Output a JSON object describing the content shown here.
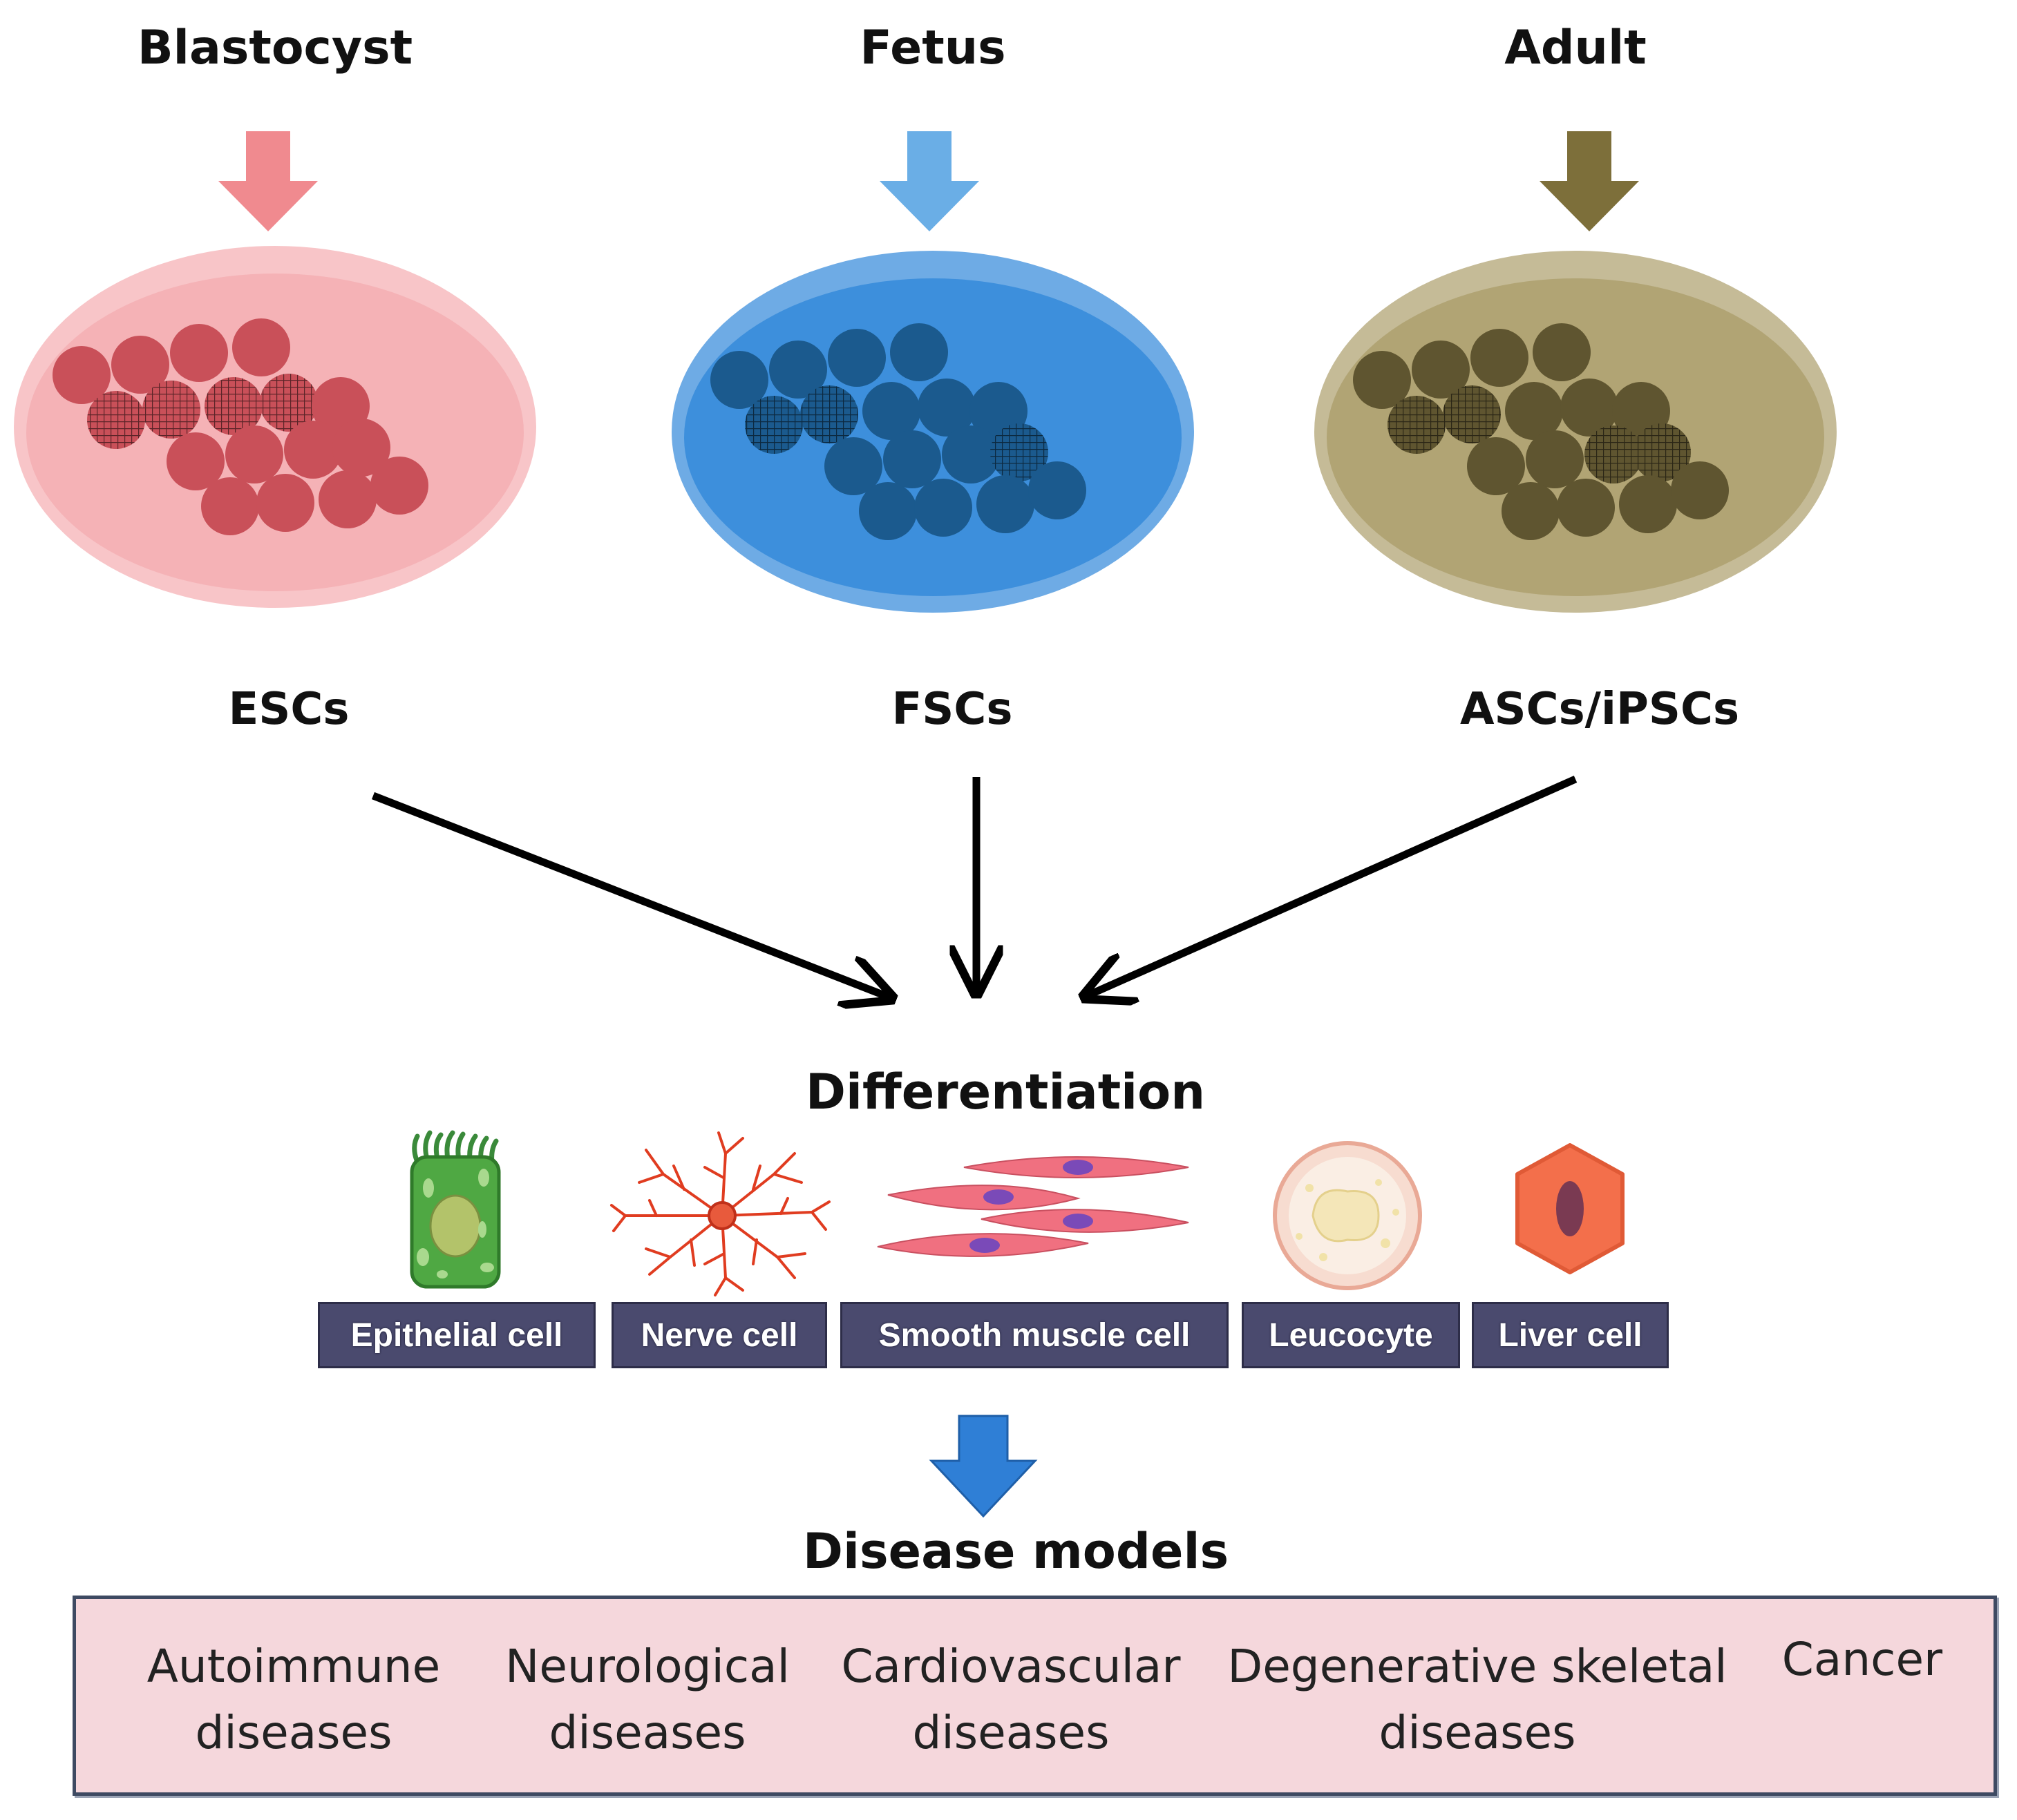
{
  "sources": [
    {
      "title": "Blastocyst",
      "stem_cells": "ESCs",
      "color": "#f08a8f",
      "cell_color": "#c95059",
      "dish_color": "#f5b2b6"
    },
    {
      "title": "Fetus",
      "stem_cells": "FSCs",
      "color": "#6aaee6",
      "cell_color": "#1b5a8e",
      "dish_color": "#3d8fdc"
    },
    {
      "title": "Adult",
      "stem_cells": "ASCs/iPSCs",
      "color": "#7d6f3a",
      "cell_color": "#5f5530",
      "dish_color": "#b1a474"
    }
  ],
  "differentiation": {
    "title": "Differentiation",
    "cell_types": [
      {
        "label": "Epithelial cell",
        "icon": "epithelial-cell-icon"
      },
      {
        "label": "Nerve cell",
        "icon": "nerve-cell-icon"
      },
      {
        "label": "Smooth muscle cell",
        "icon": "smooth-muscle-cell-icon"
      },
      {
        "label": "Leucocyte",
        "icon": "leucocyte-icon"
      },
      {
        "label": "Liver cell",
        "icon": "liver-cell-icon"
      }
    ]
  },
  "disease_models": {
    "title": "Disease models",
    "arrow_color": "#2f7fd6",
    "items": [
      {
        "line1": "Autoimmune",
        "line2": "diseases"
      },
      {
        "line1": "Neurological",
        "line2": "diseases"
      },
      {
        "line1": "Cardiovascular",
        "line2": "diseases"
      },
      {
        "line1": "Degenerative skeletal",
        "line2": "diseases"
      },
      {
        "line1": "Cancer",
        "line2": ""
      }
    ]
  }
}
